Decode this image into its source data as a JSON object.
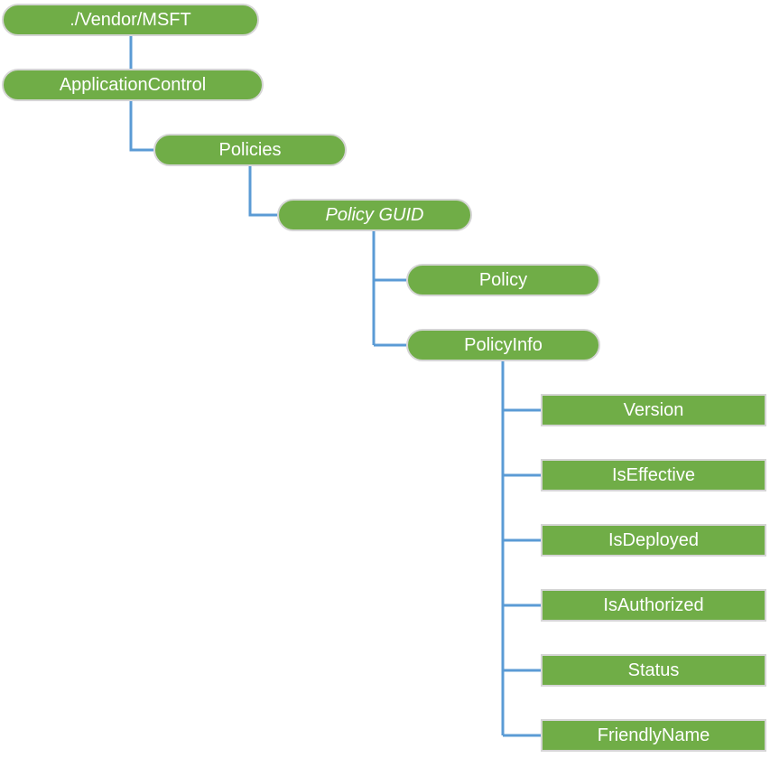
{
  "tree": {
    "nodes": {
      "vendor_msft": {
        "label": "./Vendor/MSFT",
        "shape": "pill",
        "text_style": "normal"
      },
      "application_control": {
        "label": "ApplicationControl",
        "shape": "pill",
        "text_style": "normal"
      },
      "policies": {
        "label": "Policies",
        "shape": "pill",
        "text_style": "normal"
      },
      "policy_guid": {
        "label": "Policy GUID",
        "shape": "pill",
        "text_style": "italic"
      },
      "policy": {
        "label": "Policy",
        "shape": "pill",
        "text_style": "normal"
      },
      "policy_info": {
        "label": "PolicyInfo",
        "shape": "pill",
        "text_style": "normal"
      },
      "version": {
        "label": "Version",
        "shape": "rect",
        "text_style": "normal"
      },
      "is_effective": {
        "label": "IsEffective",
        "shape": "rect",
        "text_style": "normal"
      },
      "is_deployed": {
        "label": "IsDeployed",
        "shape": "rect",
        "text_style": "normal"
      },
      "is_authorized": {
        "label": "IsAuthorized",
        "shape": "rect",
        "text_style": "normal"
      },
      "status": {
        "label": "Status",
        "shape": "rect",
        "text_style": "normal"
      },
      "friendly_name": {
        "label": "FriendlyName",
        "shape": "rect",
        "text_style": "normal"
      }
    },
    "hierarchy": {
      "./Vendor/MSFT": {
        "ApplicationControl": {
          "Policies": {
            "Policy GUID": {
              "Policy": {},
              "PolicyInfo": {
                "Version": {},
                "IsEffective": {},
                "IsDeployed": {},
                "IsAuthorized": {},
                "Status": {},
                "FriendlyName": {}
              }
            }
          }
        }
      }
    },
    "colors": {
      "node_fill": "#70AD47",
      "node_border": "#D5D5D5",
      "node_text": "#FFFFFF",
      "connector": "#5B9BD5",
      "background": "#FFFFFF"
    }
  }
}
